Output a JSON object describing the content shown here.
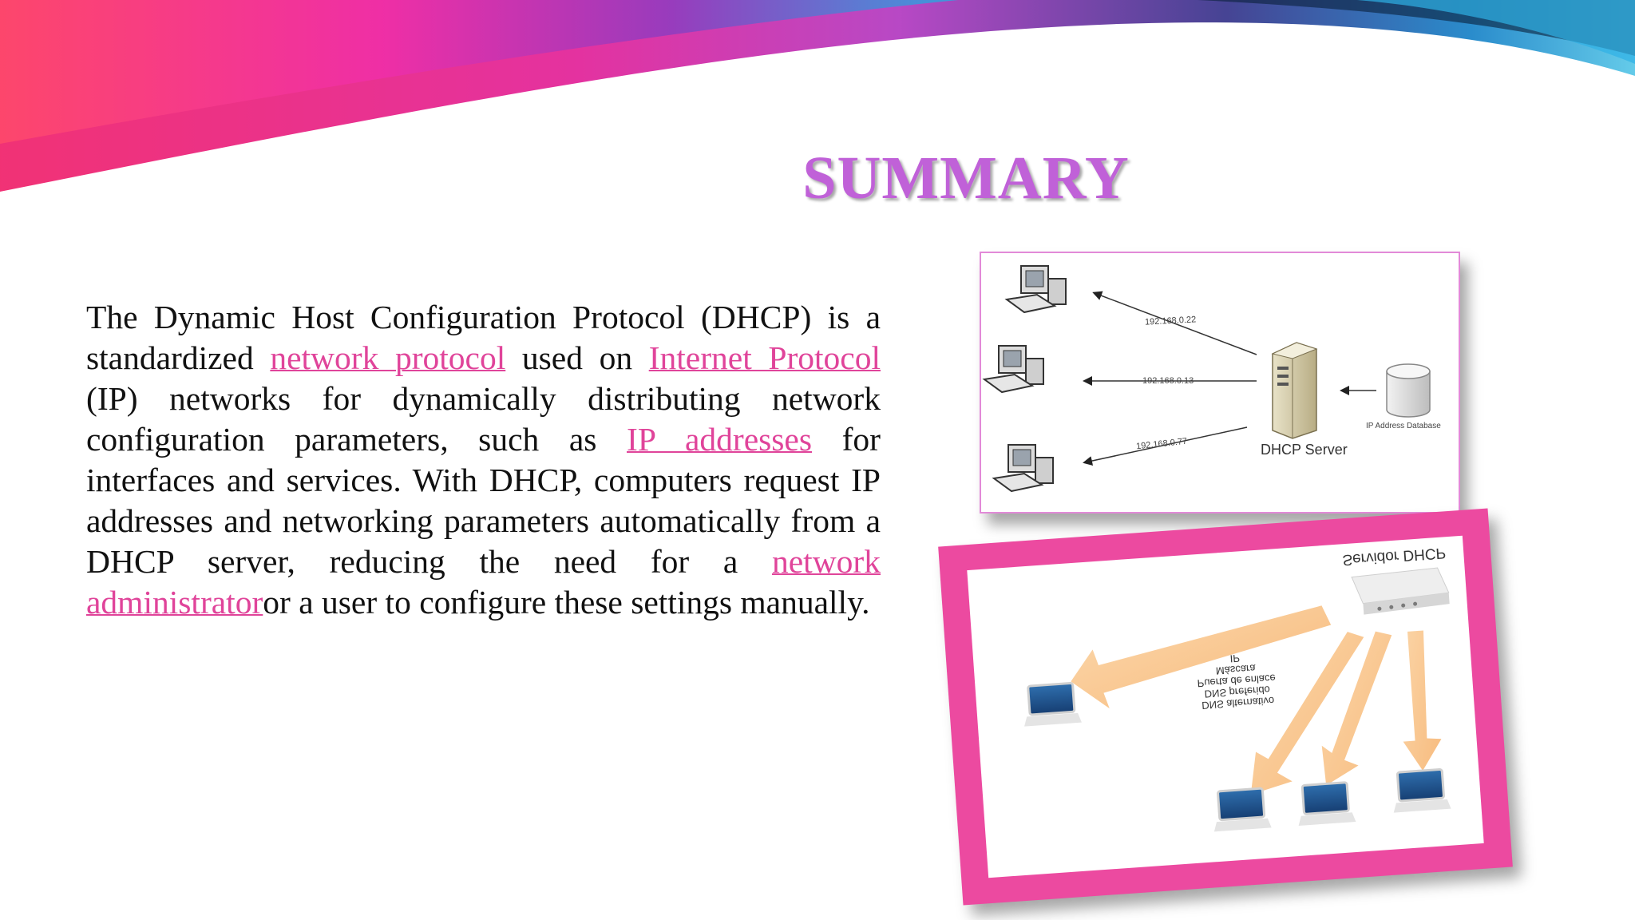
{
  "slide": {
    "title": "SUMMARY",
    "paragraph": {
      "t1": "The Dynamic Host Configuration Protocol (DHCP) is a standardized ",
      "link1": "network protocol",
      "t2": " used on ",
      "link2": "Internet Protocol",
      "t3": " (IP) networks for dynamically distributing network configuration parameters, such as ",
      "link3": "IP addresses",
      "t4": " for interfaces and services. With DHCP, computers request IP addresses and networking parameters automatically from a DHCP server, reducing the need for a ",
      "link4": "network administrator",
      "t5": "or a user to configure these settings manually."
    }
  },
  "figure1": {
    "ip1": "192.168.0.22",
    "ip2": "192.168.0.13",
    "ip3": "192.168.0.77",
    "server_label": "DHCP Server",
    "db_label": "IP Address Database"
  },
  "figure2": {
    "server_label": "Servidor DHCP",
    "lines": [
      "IP",
      "Máscara",
      "Puerta de enlace",
      "DNS preferido",
      "DNS alternativo"
    ]
  },
  "colors": {
    "title": "#c061d8",
    "link": "#e0449a",
    "frame": "#ec4aa0"
  }
}
